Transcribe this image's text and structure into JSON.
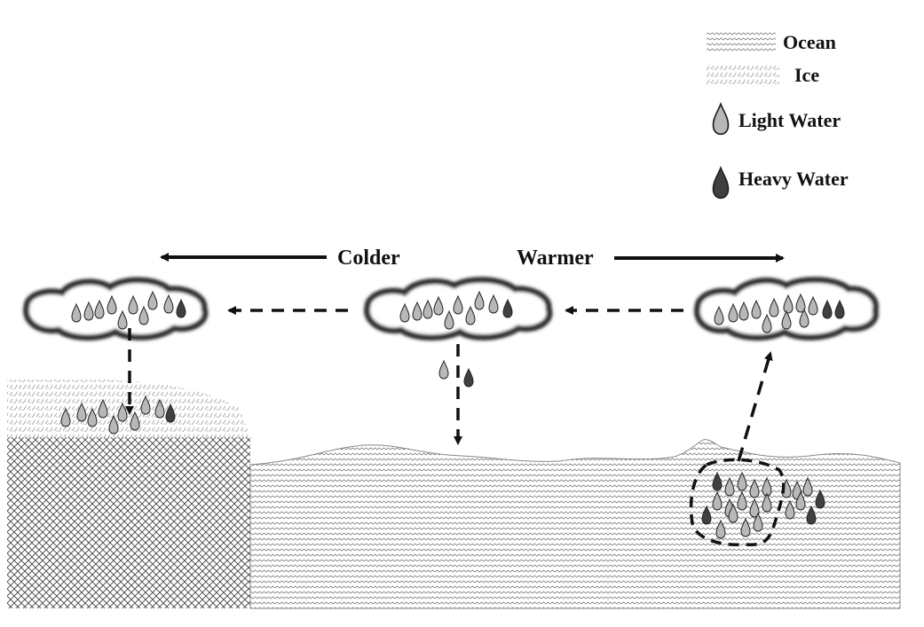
{
  "legend": {
    "ocean": "Ocean",
    "ice": "Ice",
    "light_water": "Light Water",
    "heavy_water": "Heavy Water"
  },
  "direction": {
    "colder": "Colder",
    "warmer": "Warmer"
  },
  "colors": {
    "light_drop": "#b8b8b8",
    "heavy_drop": "#404040",
    "outline": "#222222",
    "cloud_border": "#333333"
  }
}
